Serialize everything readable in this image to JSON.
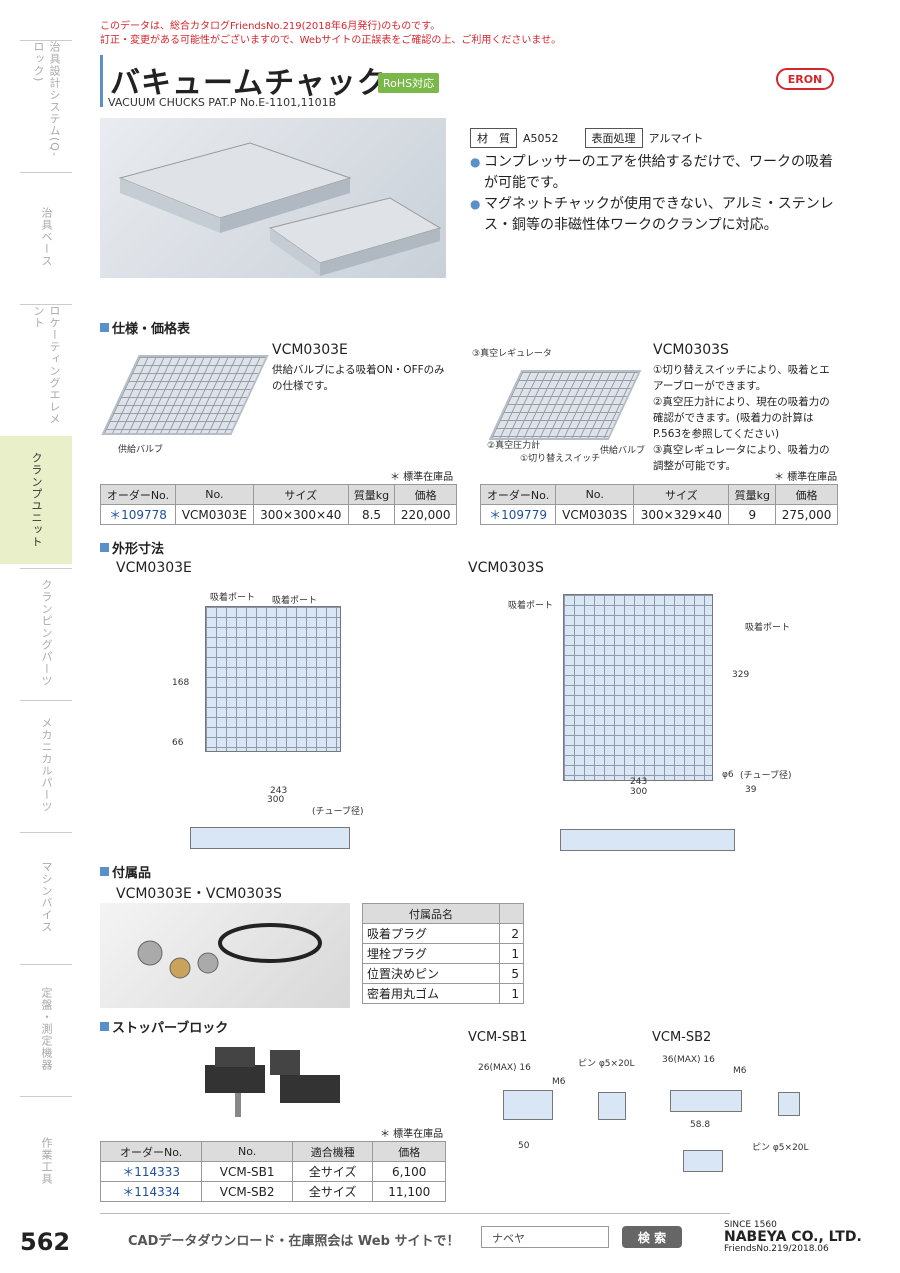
{
  "notice": {
    "line1": "このデータは、総合カタログFriendsNo.219(2018年6月発行)のものです。",
    "line2": "訂正・変更がある可能性がございますので、Webサイトの正誤表をご確認の上、ご利用くださいませ。"
  },
  "sidebar": [
    {
      "label": "治具設計システム(Q-ロック)",
      "active": false
    },
    {
      "label": "治具ベース",
      "active": false
    },
    {
      "label": "ロケーティングエレメント",
      "active": false
    },
    {
      "label": "クランプユニット",
      "active": true
    },
    {
      "label": "クランピングパーツ",
      "active": false
    },
    {
      "label": "メカニカルパーツ",
      "active": false
    },
    {
      "label": "マシンバイス",
      "active": false
    },
    {
      "label": "定盤・測定機器",
      "active": false
    },
    {
      "label": "作業工具",
      "active": false
    }
  ],
  "header": {
    "title": "バキュームチャック",
    "badge": "RoHS対応",
    "subtitle": "VACUUM CHUCKS PAT.P No.E-1101,1101B",
    "brand": "ERON"
  },
  "material": {
    "material_label": "材　質",
    "material_value": "A5052",
    "surface_label": "表面処理",
    "surface_value": "アルマイト"
  },
  "features": [
    "コンプレッサーのエアを供給するだけで、ワークの吸着が可能です。",
    "マグネットチャックが使用できない、アルミ・ステンレス・銅等の非磁性体ワークのクランプに対応。"
  ],
  "spec_section": "仕様・価格表",
  "vcm_e": {
    "model": "VCM0303E",
    "desc": "供給バルブによる吸着ON・OFFのみの仕様です。",
    "callout": "供給バルブ",
    "stock": "＊ 標準在庫品",
    "headers": [
      "オーダーNo.",
      "No.",
      "サイズ",
      "質量kg",
      "価格"
    ],
    "row": [
      "＊109778",
      "VCM0303E",
      "300×300×40",
      "8.5",
      "220,000"
    ]
  },
  "vcm_s": {
    "model": "VCM0303S",
    "desc1": "①切り替えスイッチにより、吸着とエアーブローができます。",
    "desc2": "②真空圧力計により、現在の吸着力の確認ができます。(吸着力の計算はP.563を参照してください)",
    "desc3": "③真空レギュレータにより、吸着力の調整が可能です。",
    "callout1": "③真空レギュレータ",
    "callout2": "②真空圧力計",
    "callout3": "①切り替えスイッチ",
    "callout4": "供給バルブ",
    "stock": "＊ 標準在庫品",
    "headers": [
      "オーダーNo.",
      "No.",
      "サイズ",
      "質量kg",
      "価格"
    ],
    "row": [
      "＊109779",
      "VCM0303S",
      "300×329×40",
      "9",
      "275,000"
    ]
  },
  "dim_section": "外形寸法",
  "dim_e_title": "VCM0303E",
  "dim_s_title": "VCM0303S",
  "dim_labels": {
    "port": "吸着ポート",
    "tube": "(チューブ径)",
    "w243": "243",
    "w300": "300",
    "h168": "168",
    "h66": "66",
    "w39": "39",
    "h329": "329",
    "phi6": "φ6"
  },
  "acc_section": "付属品",
  "acc_title": "VCM0303E・VCM0303S",
  "acc_table": {
    "header": "付属品名",
    "rows": [
      {
        "name": "吸着プラグ",
        "qty": "2"
      },
      {
        "name": "埋栓プラグ",
        "qty": "1"
      },
      {
        "name": "位置決めピン",
        "qty": "5"
      },
      {
        "name": "密着用丸ゴム",
        "qty": "1"
      }
    ]
  },
  "stopper_section": "ストッパーブロック",
  "sb1_title": "VCM-SB1",
  "sb2_title": "VCM-SB2",
  "sb_dims": {
    "sb1_top": "26(MAX) 16",
    "sb1_pin": "ピン φ5×20L",
    "sb1_m6": "M6",
    "sb1_50": "50",
    "sb2_top": "36(MAX) 16",
    "sb2_m6": "M6",
    "sb2_588": "58.8",
    "sb2_pin": "ピン φ5×20L"
  },
  "stopper_stock": "＊ 標準在庫品",
  "stopper_table": {
    "headers": [
      "オーダーNo.",
      "No.",
      "適合機種",
      "価格"
    ],
    "rows": [
      [
        "＊114333",
        "VCM-SB1",
        "全サイズ",
        "6,100"
      ],
      [
        "＊114334",
        "VCM-SB2",
        "全サイズ",
        "11,100"
      ]
    ]
  },
  "footer": {
    "page": "562",
    "cad": "CADデータダウンロード・在庫照会は Web サイトで！",
    "search_value": "ナベヤ",
    "search_button": "検 索",
    "since": "SINCE 1560",
    "company": "NABEYA CO., LTD.",
    "catalog": "FriendsNo.219/2018.06"
  }
}
